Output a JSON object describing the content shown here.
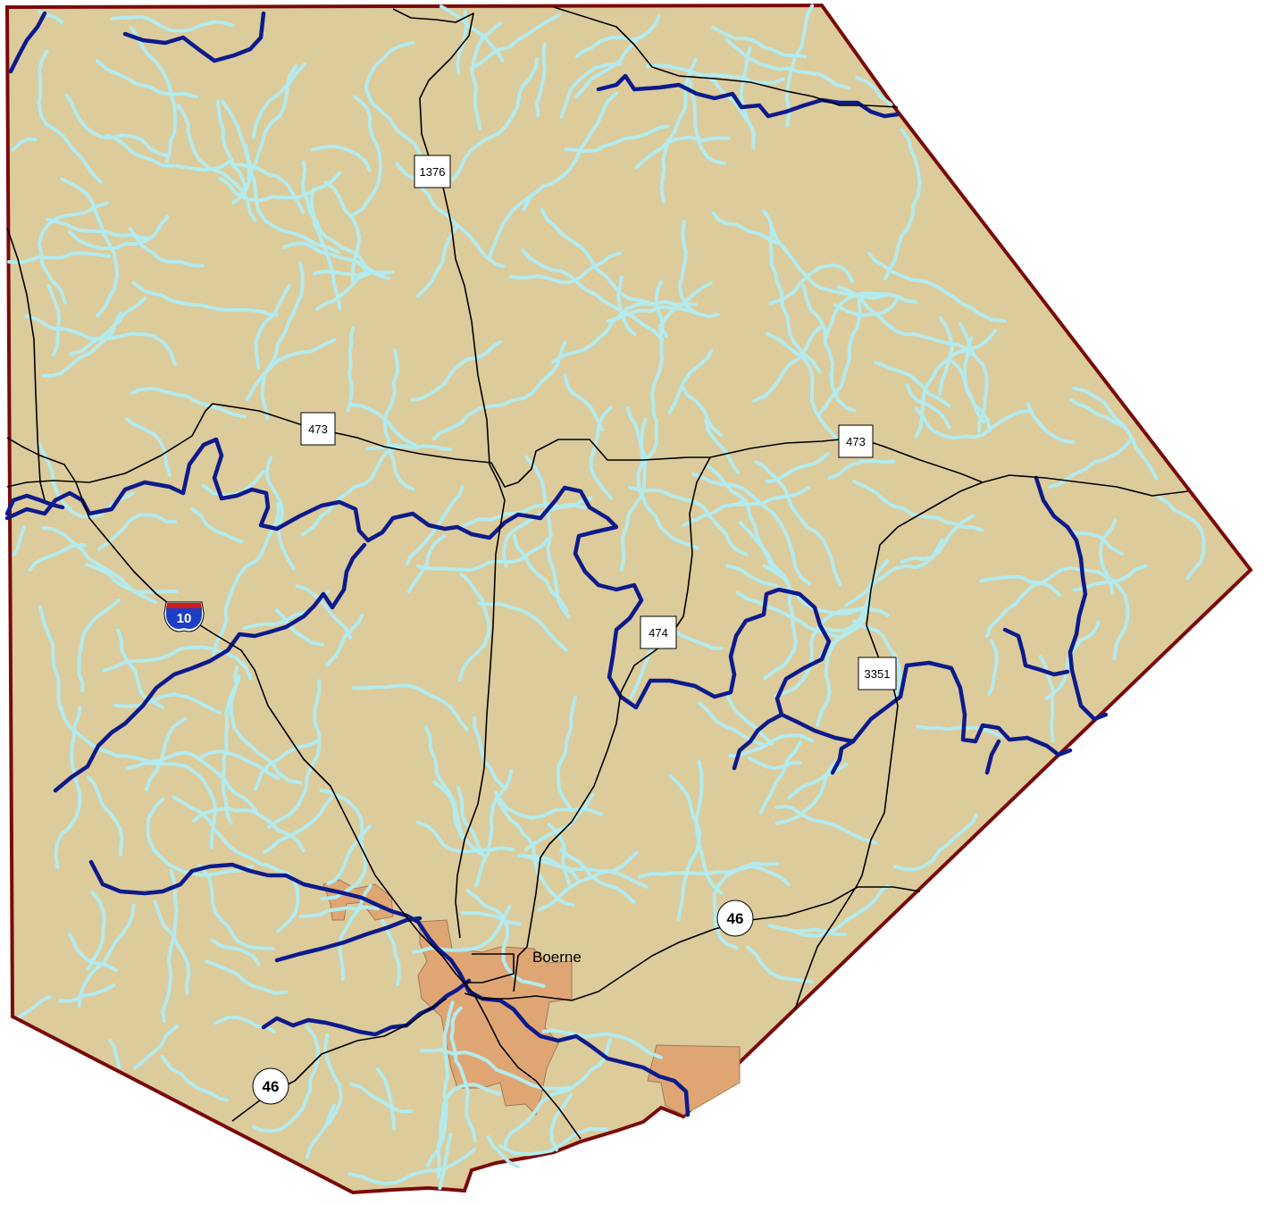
{
  "city": {
    "name": "Boerne"
  },
  "interstate": {
    "number": "10"
  },
  "highways": [
    {
      "id": "fm1376",
      "label": "1376",
      "kind": "farm-road"
    },
    {
      "id": "rm473-west",
      "label": "473",
      "kind": "farm-road"
    },
    {
      "id": "rm473-east",
      "label": "473",
      "kind": "farm-road"
    },
    {
      "id": "rm474",
      "label": "474",
      "kind": "farm-road"
    },
    {
      "id": "fm3351",
      "label": "3351",
      "kind": "farm-road"
    },
    {
      "id": "sh46-east",
      "label": "46",
      "kind": "state-highway"
    },
    {
      "id": "sh46-west",
      "label": "46",
      "kind": "state-highway"
    }
  ],
  "colors": {
    "land": "#dccb9b",
    "border": "#7a0a0a",
    "stream": "#b3ebee",
    "river": "#0d1a8c",
    "road": "#000000",
    "urban": "#dfa674",
    "interstate_blue": "#1c3fc4",
    "interstate_red": "#d11c1c"
  }
}
